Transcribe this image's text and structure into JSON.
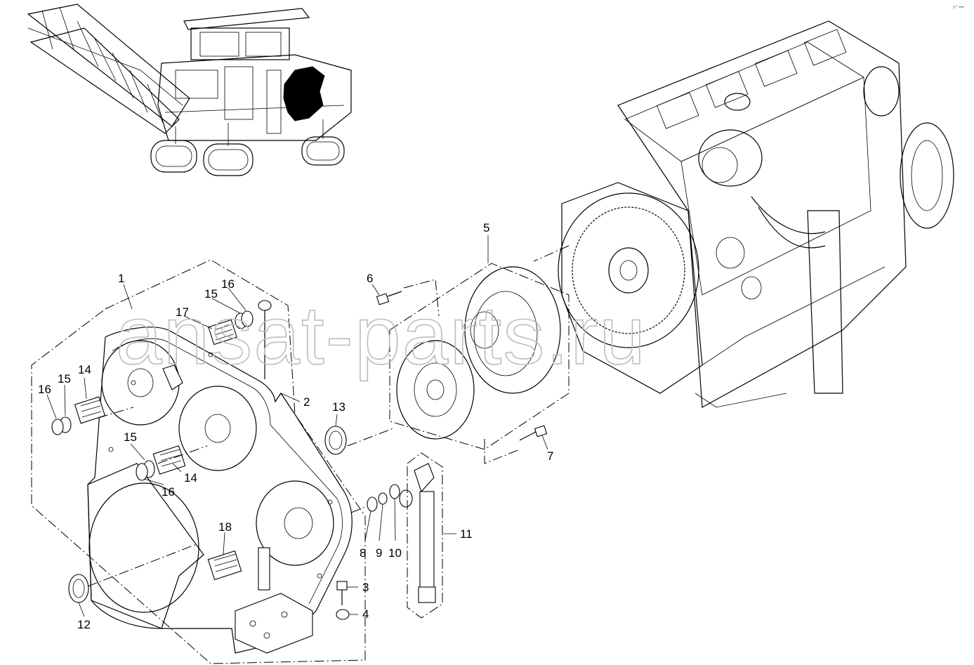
{
  "watermark": "ansat-parts.ru",
  "corner_mark": "s° ▪▪▪",
  "callouts": [
    {
      "id": "c1",
      "text": "1"
    },
    {
      "id": "c2",
      "text": "2"
    },
    {
      "id": "c3",
      "text": "3"
    },
    {
      "id": "c4",
      "text": "4"
    },
    {
      "id": "c5",
      "text": "5"
    },
    {
      "id": "c6",
      "text": "6"
    },
    {
      "id": "c7",
      "text": "7"
    },
    {
      "id": "c8",
      "text": "8"
    },
    {
      "id": "c9",
      "text": "9"
    },
    {
      "id": "c10",
      "text": "10"
    },
    {
      "id": "c11",
      "text": "11"
    },
    {
      "id": "c12",
      "text": "12"
    },
    {
      "id": "c13",
      "text": "13"
    },
    {
      "id": "c14a",
      "text": "14"
    },
    {
      "id": "c14b",
      "text": "14"
    },
    {
      "id": "c15a",
      "text": "15"
    },
    {
      "id": "c15b",
      "text": "15"
    },
    {
      "id": "c15c",
      "text": "15"
    },
    {
      "id": "c16a",
      "text": "16"
    },
    {
      "id": "c16b",
      "text": "16"
    },
    {
      "id": "c16c",
      "text": "16"
    },
    {
      "id": "c17",
      "text": "17"
    },
    {
      "id": "c18",
      "text": "18"
    }
  ]
}
